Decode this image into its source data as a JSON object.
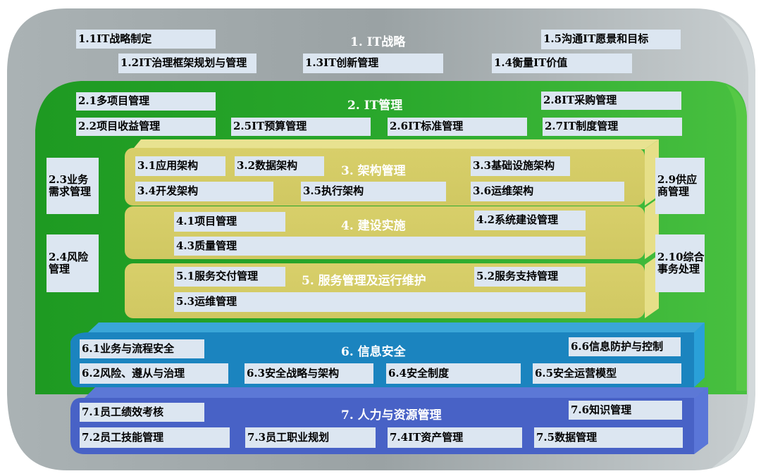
{
  "colors": {
    "strategy_frame": "#9ea6a8",
    "management_frame": "#2ca52c",
    "architecture_slab": "#d8cf6c",
    "security_band": "#1f86bf",
    "hr_band": "#4a66c6",
    "box_fill": "#dce6f1"
  },
  "strategy": {
    "title": "1. IT战略",
    "items": {
      "b11": "1.1IT战略制定",
      "b15": "1.5沟通IT愿景和目标",
      "b12": "1.2IT治理框架规划与管理",
      "b13": "1.3IT创新管理",
      "b14": "1.4衡量IT价值"
    }
  },
  "management": {
    "title": "2. IT管理",
    "items": {
      "b21": "2.1多项目管理",
      "b28": "2.8IT采购管理",
      "b22": "2.2项目收益管理",
      "b25": "2.5IT预算管理",
      "b26": "2.6IT标准管理",
      "b27": "2.7IT制度管理",
      "b23": "2.3业务需求管理",
      "b24": "2.4风险管理",
      "b29": "2.9供应商管理",
      "b210": "2.10综合事务处理"
    }
  },
  "architecture": {
    "title": "3. 架构管理",
    "items": {
      "b31": "3.1应用架构",
      "b32": "3.2数据架构",
      "b33": "3.3基础设施架构",
      "b34": "3.4开发架构",
      "b35": "3.5执行架构",
      "b36": "3.6运维架构"
    }
  },
  "construction": {
    "title": "4. 建设实施",
    "items": {
      "b41": "4.1项目管理",
      "b42": "4.2系统建设管理",
      "b43": "4.3质量管理"
    }
  },
  "service": {
    "title": "5. 服务管理及运行维护",
    "items": {
      "b51": "5.1服务交付管理",
      "b52": "5.2服务支持管理",
      "b53": "5.3运维管理"
    }
  },
  "security": {
    "title": "6. 信息安全",
    "items": {
      "b61": "6.1业务与流程安全",
      "b66": "6.6信息防护与控制",
      "b62": "6.2风险、遵从与治理",
      "b63": "6.3安全战略与架构",
      "b64": "6.4安全制度",
      "b65": "6.5安全运营模型"
    }
  },
  "hr": {
    "title": "7. 人力与资源管理",
    "items": {
      "b71": "7.1员工绩效考核",
      "b76": "7.6知识管理",
      "b72": "7.2员工技能管理",
      "b73": "7.3员工职业规划",
      "b74": "7.4IT资产管理",
      "b75": "7.5数据管理"
    }
  }
}
